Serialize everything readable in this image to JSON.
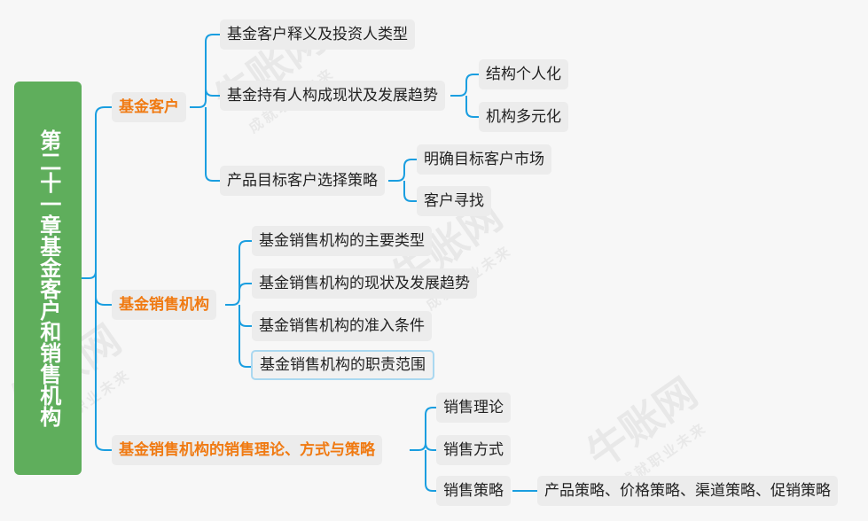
{
  "root": {
    "title": "第二十一章基金客户和销售机构"
  },
  "watermark": {
    "brand": "牛账网",
    "slogan": "成就职业未来"
  },
  "nodes": {
    "n1": "基金客户",
    "n1_1": "基金客户释义及投资人类型",
    "n1_2": "基金持有人构成现状及发展趋势",
    "n1_2_1": "结构个人化",
    "n1_2_2": "机构多元化",
    "n1_3": "产品目标客户选择策略",
    "n1_3_1": "明确目标客户市场",
    "n1_3_2": "客户寻找",
    "n2": "基金销售机构",
    "n2_1": "基金销售机构的主要类型",
    "n2_2": "基金销售机构的现状及发展趋势",
    "n2_3": "基金销售机构的准入条件",
    "n2_4": "基金销售机构的职责范围",
    "n3": "基金销售机构的销售理论、方式与策略",
    "n3_1": "销售理论",
    "n3_2": "销售方式",
    "n3_3": "销售策略",
    "n3_3_1": "产品策略、价格策略、渠道策略、促销策略"
  },
  "colors": {
    "root": "#5fae5c",
    "level1_text": "#f07a12",
    "connector": "#1a9ee0",
    "node_bg": "#ececec"
  }
}
